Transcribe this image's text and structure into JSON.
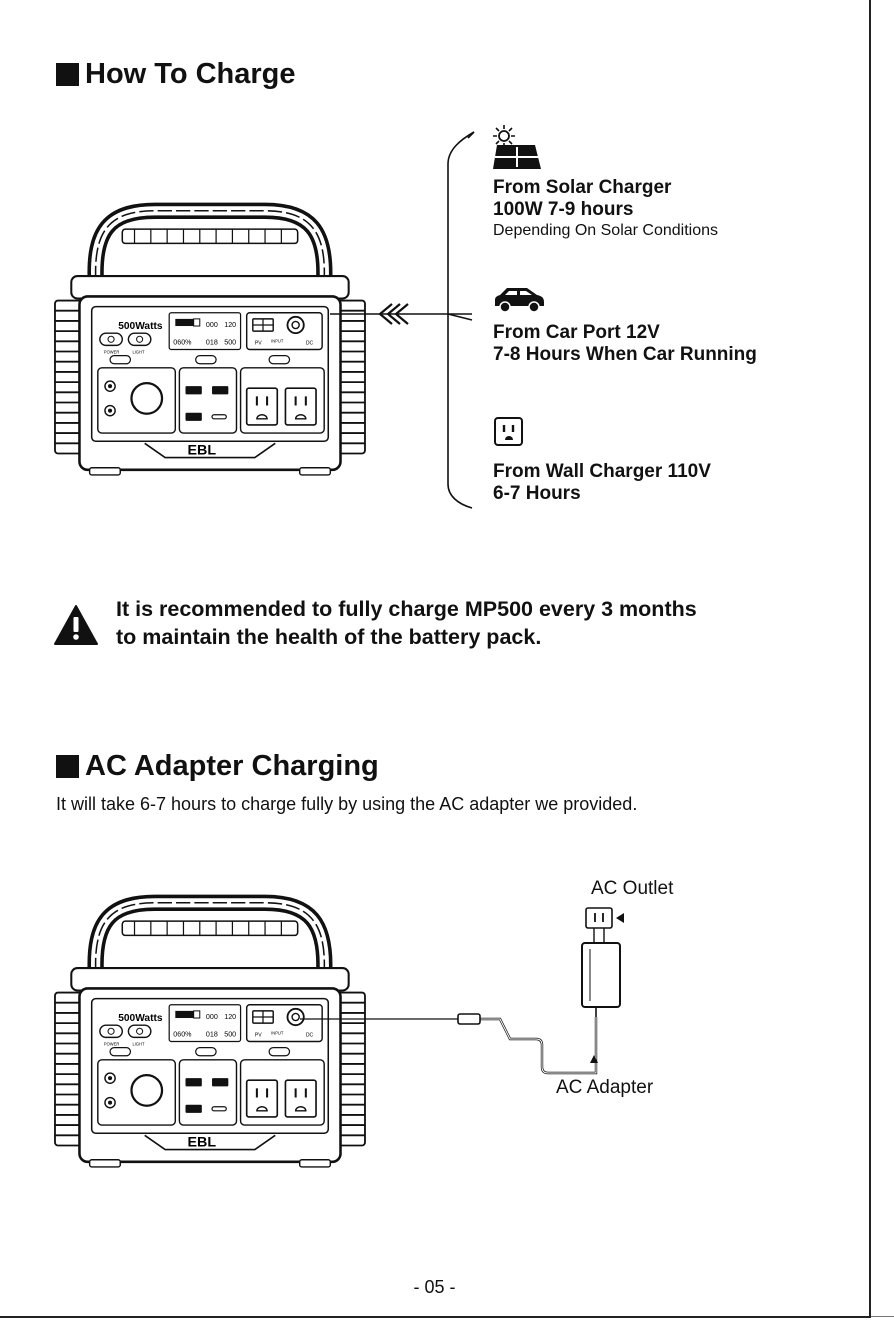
{
  "section1": {
    "title": "How To Charge",
    "options": [
      {
        "icon": "solar-panel-icon",
        "title1": "From Solar Charger",
        "title2": "100W 7-9 hours",
        "sub": "Depending On Solar Conditions"
      },
      {
        "icon": "car-icon",
        "title1": "From Car Port 12V",
        "title2": "7-8 Hours When Car Running"
      },
      {
        "icon": "wall-outlet-icon",
        "title1": "From Wall Charger 110V",
        "title2": "6-7 Hours"
      }
    ]
  },
  "warning": {
    "line1": "It is recommended to fully charge MP500 every 3 months",
    "line2": "to maintain the health of the battery pack."
  },
  "section2": {
    "title": "AC Adapter Charging",
    "intro": "It will take 6-7 hours to charge fully by using the AC adapter we provided.",
    "outlet_label": "AC Outlet",
    "adapter_label": "AC Adapter"
  },
  "device": {
    "brand": "EBL",
    "watts": "500Watts",
    "display_pct": "060%",
    "display_in": "000",
    "display_out": "120",
    "display_dc": "018",
    "display_w": "500",
    "power_label": "POWER",
    "light_label": "LIGHT",
    "pv_label": "PV",
    "input_label": "INPUT",
    "dc_label": "DC"
  },
  "page_number": "- 05 -"
}
